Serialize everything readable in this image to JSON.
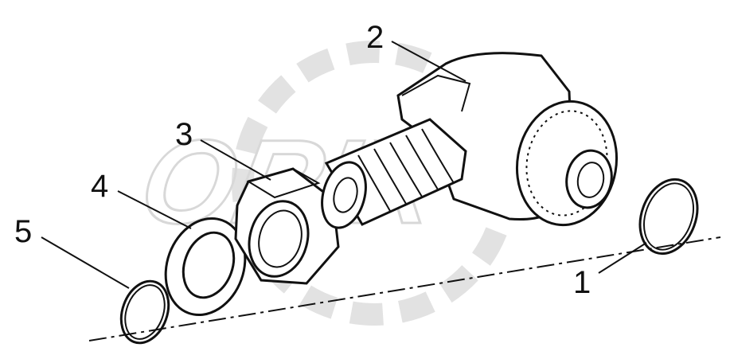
{
  "diagram": {
    "watermark": "ORIX",
    "callouts": [
      {
        "id": "1",
        "label": "1"
      },
      {
        "id": "2",
        "label": "2"
      },
      {
        "id": "3",
        "label": "3"
      },
      {
        "id": "4",
        "label": "4"
      },
      {
        "id": "5",
        "label": "5"
      }
    ]
  }
}
